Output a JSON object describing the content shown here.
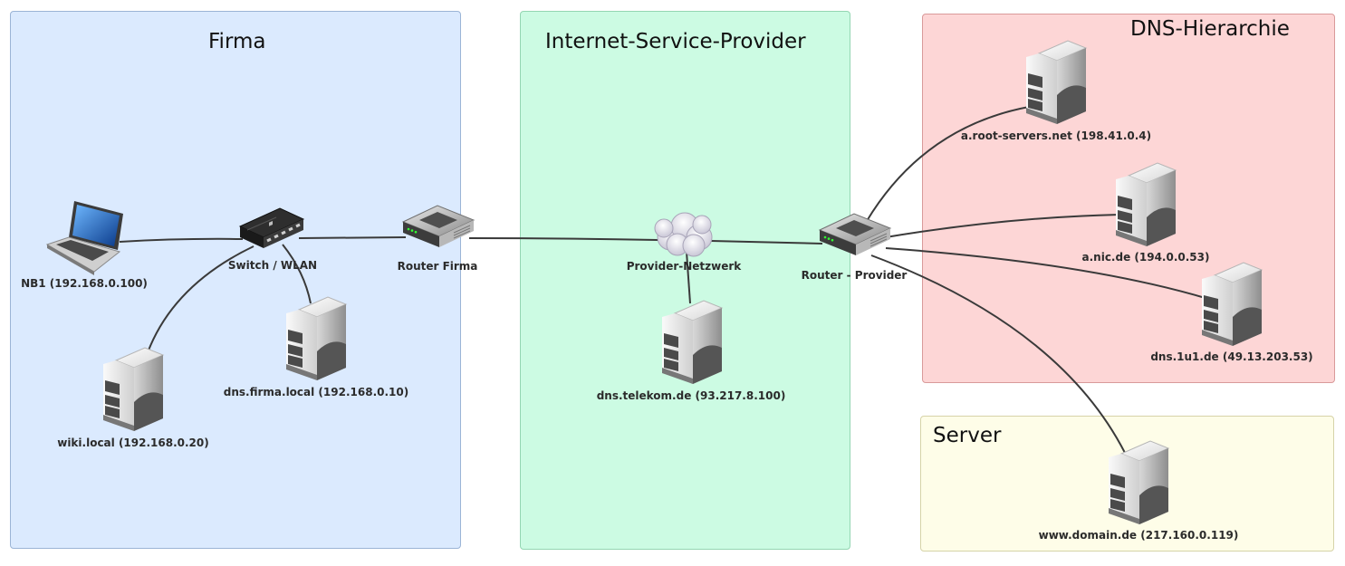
{
  "zones": {
    "firma": {
      "title": "Firma",
      "color": "#dbeafe",
      "border": "#9bb4d6"
    },
    "isp": {
      "title": "Internet-Service-Provider",
      "color": "#ccfbe3",
      "border": "#94d6b2"
    },
    "dns": {
      "title": "DNS-Hierarchie",
      "color": "#fdd6d6",
      "border": "#d99a9a"
    },
    "server": {
      "title": "Server",
      "color": "#fefde8",
      "border": "#d6d3a8"
    }
  },
  "nodes": {
    "nb1": {
      "label": "NB1 (192.168.0.100)",
      "icon": "laptop-icon"
    },
    "switch": {
      "label": "Switch / WLAN",
      "icon": "switch-icon"
    },
    "router_firma": {
      "label": "Router Firma",
      "icon": "router-icon"
    },
    "dns_firma": {
      "label": "dns.firma.local (192.168.0.10)",
      "icon": "server-icon"
    },
    "wiki": {
      "label": "wiki.local (192.168.0.20)",
      "icon": "server-icon"
    },
    "provider_net": {
      "label": "Provider-Netzwerk",
      "icon": "cloud-icon"
    },
    "dns_telekom": {
      "label": "dns.telekom.de (93.217.8.100)",
      "icon": "server-icon"
    },
    "router_provider": {
      "label": "Router - Provider",
      "icon": "router-icon"
    },
    "root_servers": {
      "label": "a.root-servers.net (198.41.0.4)",
      "icon": "server-icon"
    },
    "nic": {
      "label": "a.nic.de (194.0.0.53)",
      "icon": "server-icon"
    },
    "dns_1u1": {
      "label": "dns.1u1.de (49.13.203.53)",
      "icon": "server-icon"
    },
    "www_domain": {
      "label": "www.domain.de (217.160.0.119)",
      "icon": "server-icon"
    }
  }
}
